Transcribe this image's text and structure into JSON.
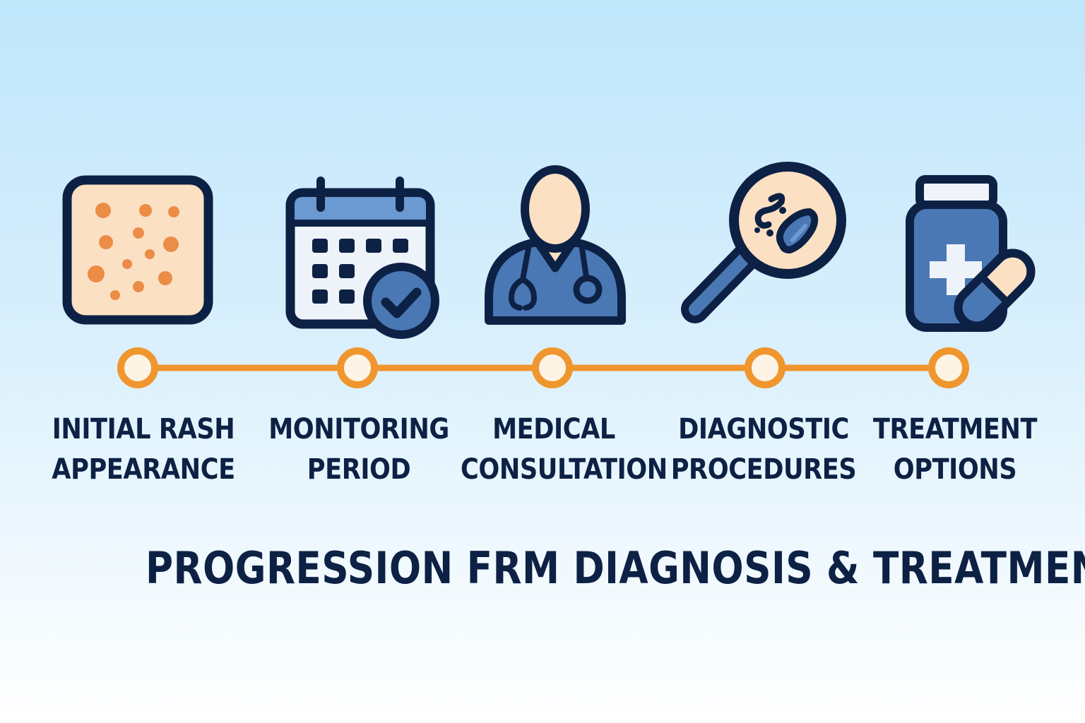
{
  "title": "PROGRESSION FRM DIAGNOSIS & TREATMENT",
  "colors": {
    "navy": "#0d2145",
    "accent_orange": "#f0962e",
    "icon_blue": "#4a78b4",
    "light_blue": "#6b9ad2",
    "skin": "#fce0c3",
    "rash_spot": "#eb8c47",
    "node_fill": "#fdf4e6"
  },
  "steps": [
    {
      "icon": "rash-skin-icon",
      "line1": "INITIAL RASH",
      "line2": "APPEARANCE"
    },
    {
      "icon": "calendar-check-icon",
      "line1": "MONITORING",
      "line2": "PERIOD"
    },
    {
      "icon": "doctor-icon",
      "line1": "MEDICAL",
      "line2": "CONSULTATION"
    },
    {
      "icon": "magnifier-bacteria-icon",
      "line1": "DIAGNOSTIC",
      "line2": "PROCEDURES"
    },
    {
      "icon": "medicine-bottle-pill-icon",
      "line1": "TREATMENT",
      "line2": "OPTIONS"
    }
  ]
}
